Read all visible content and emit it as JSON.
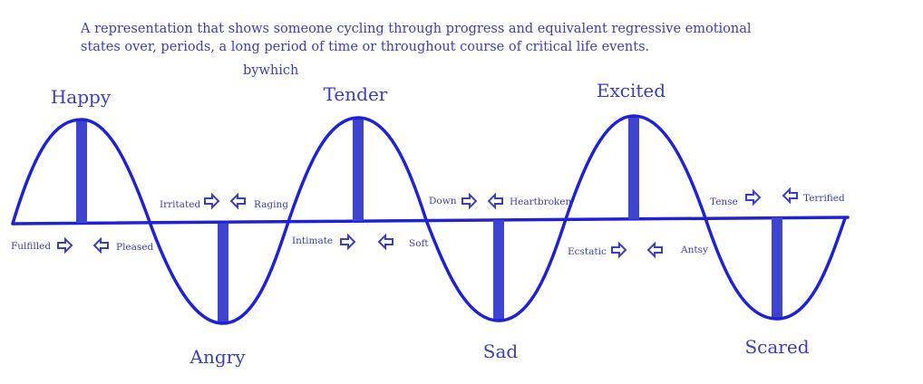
{
  "description": {
    "line1": "A representation that shows someone cycling through progress and equivalent regressive emotional",
    "line2": "states over, periods, a long period of time or throughout course of critical life events.",
    "byline": "bywhich"
  },
  "peaks": [
    {
      "label": "Happy"
    },
    {
      "label": "Tender"
    },
    {
      "label": "Excited"
    }
  ],
  "troughs": [
    {
      "label": "Angry"
    },
    {
      "label": "Sad"
    },
    {
      "label": "Scared"
    }
  ],
  "transitions_above": [
    {
      "left": "Irritated",
      "right": "Raging"
    },
    {
      "left": "Down",
      "right": "Heartbroken"
    },
    {
      "left": "Tense",
      "right": "Terrified"
    }
  ],
  "transitions_below": [
    {
      "left": "Fulfilled",
      "right": "Pleased"
    },
    {
      "left": "Intimate",
      "right": "Soft"
    },
    {
      "left": "Ecstatic",
      "right": "Antsy"
    }
  ],
  "colors": {
    "text": "#3a3ec0",
    "wave": "#1f21d6",
    "bar": "#3f44d0"
  }
}
